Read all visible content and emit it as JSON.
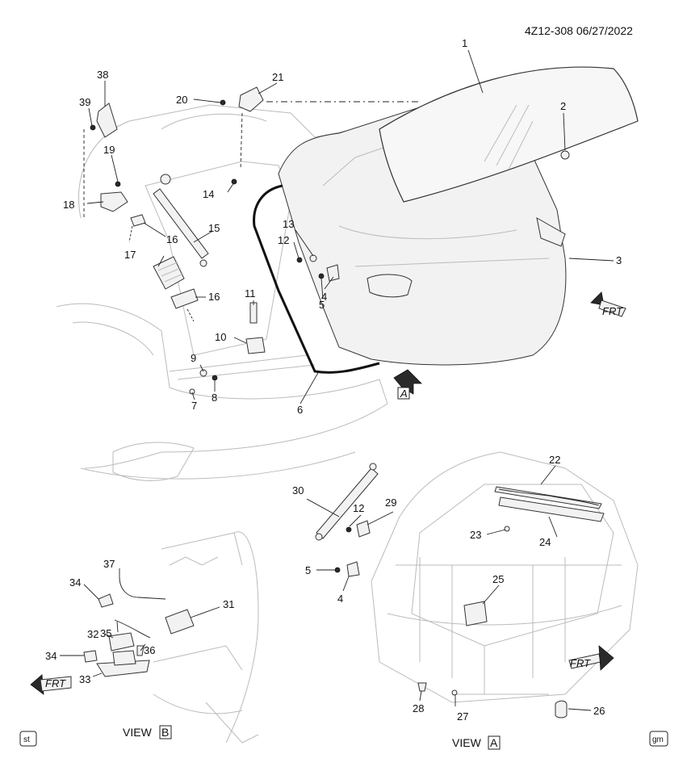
{
  "header": {
    "ref": "4Z12-308  06/27/2022"
  },
  "views": {
    "view_b_prefix": "VIEW",
    "view_b_letter": "B",
    "view_a_prefix": "VIEW",
    "view_a_letter": "A"
  },
  "arrow_marker": {
    "letter": "A"
  },
  "frt_labels": [
    "FRT",
    "FRT",
    "FRT"
  ],
  "corners": {
    "left": "st",
    "right": "gm"
  },
  "callouts": [
    "1",
    "2",
    "3",
    "4",
    "5",
    "6",
    "7",
    "8",
    "9",
    "10",
    "11",
    "12",
    "13",
    "14",
    "15",
    "16",
    "16",
    "17",
    "18",
    "19",
    "20",
    "21",
    "38",
    "39",
    "22",
    "23",
    "24",
    "25",
    "26",
    "27",
    "28",
    "29",
    "30",
    "12",
    "5",
    "4",
    "31",
    "32",
    "33",
    "34",
    "34",
    "35",
    "36",
    "37"
  ]
}
